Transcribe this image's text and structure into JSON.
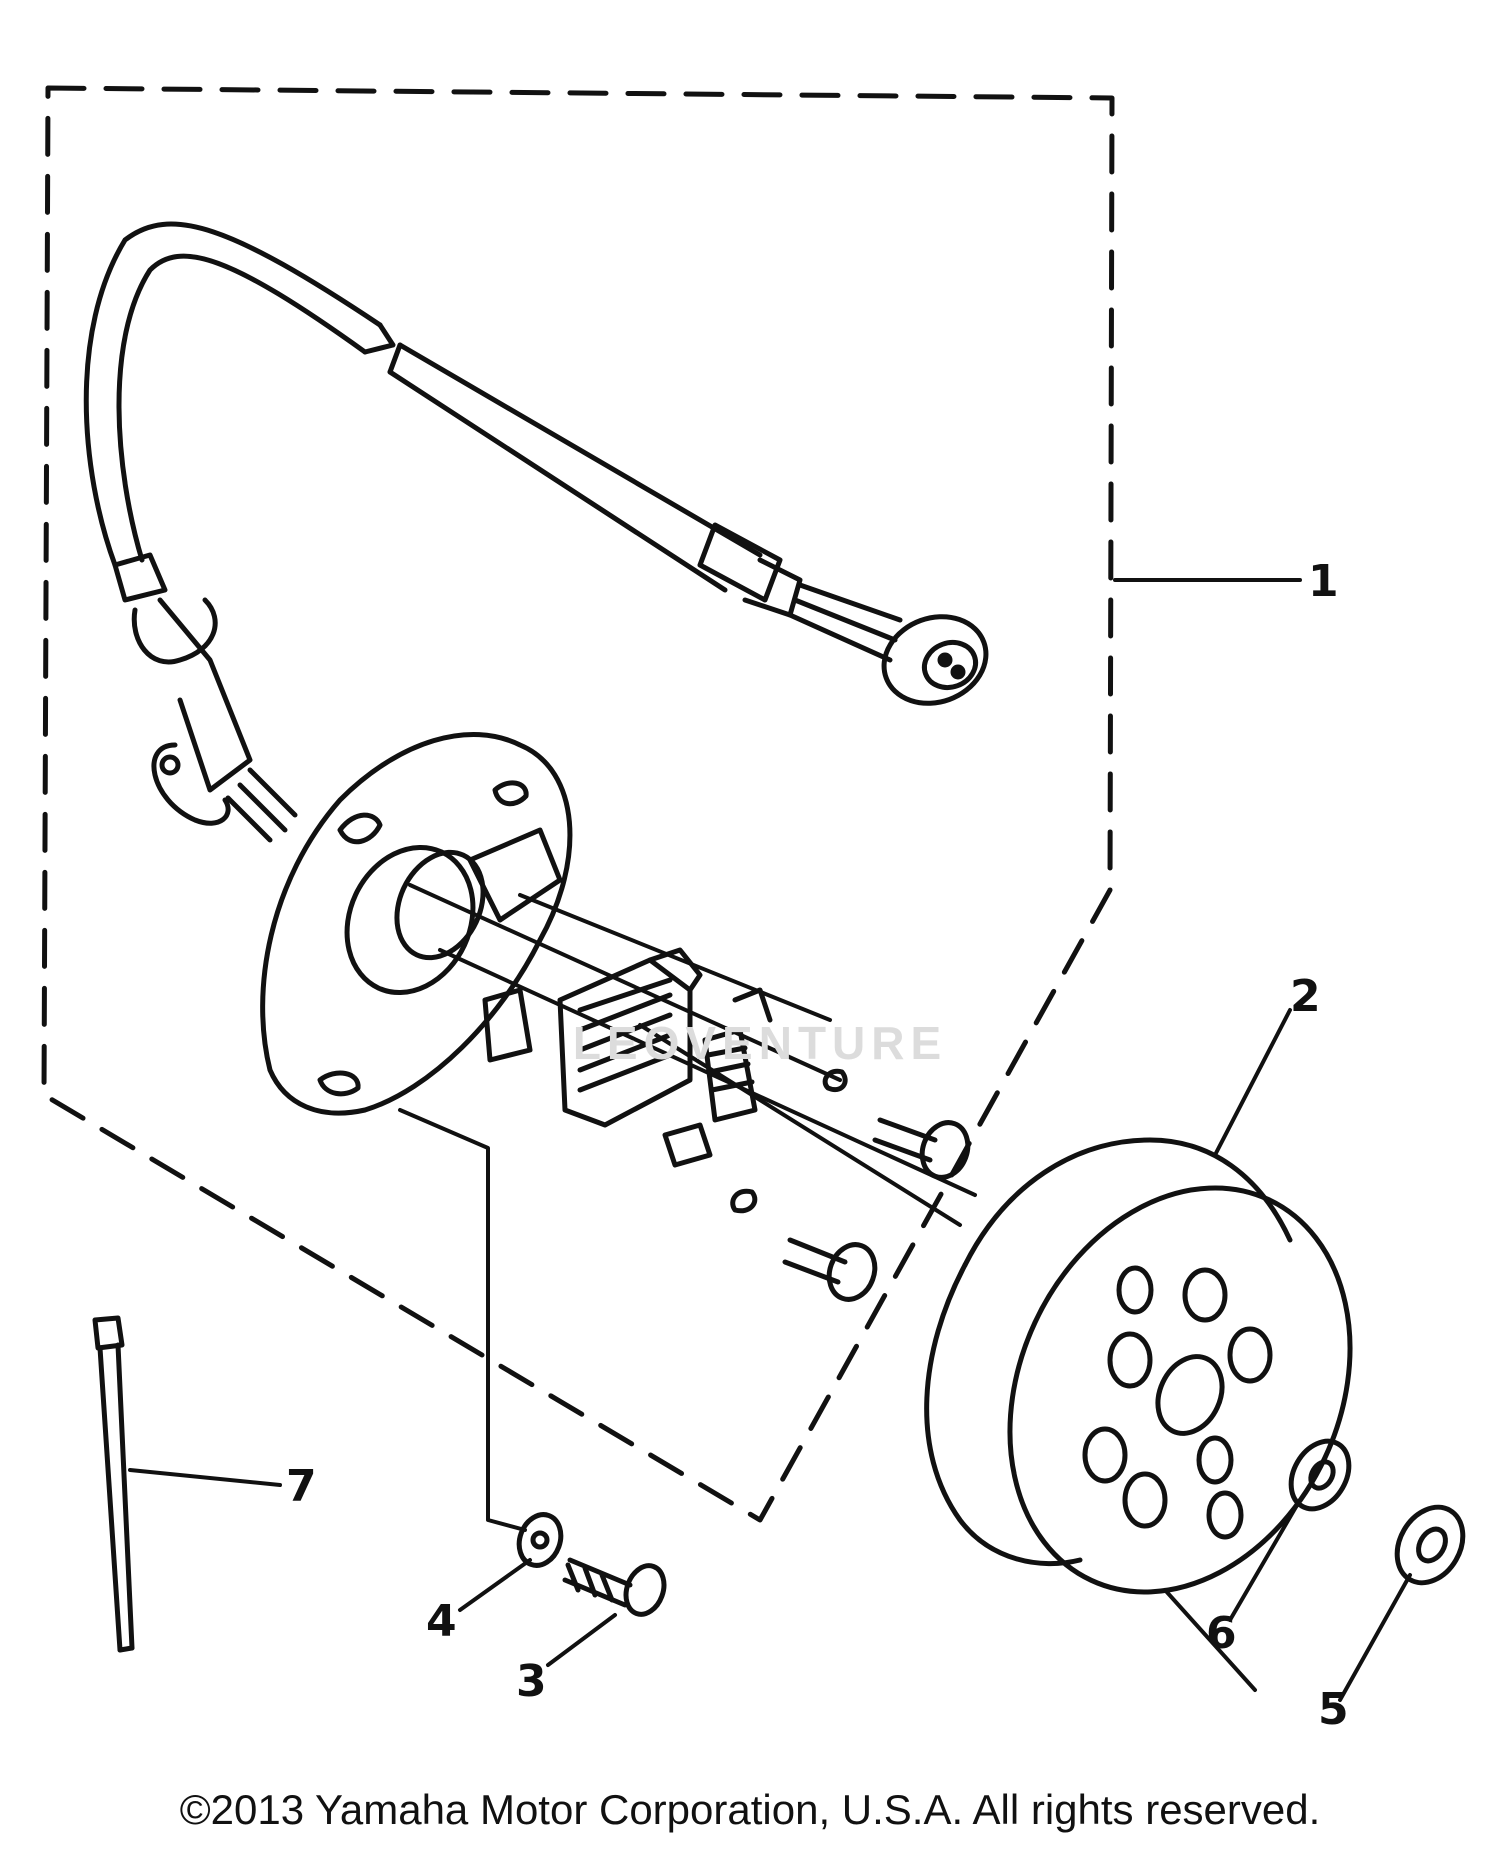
{
  "colors": {
    "ink": "#111111",
    "paper": "#ffffff",
    "watermark": "#dcdcdc"
  },
  "callouts": [
    {
      "id": "1",
      "label": "1"
    },
    {
      "id": "2",
      "label": "2"
    },
    {
      "id": "3",
      "label": "3"
    },
    {
      "id": "4",
      "label": "4"
    },
    {
      "id": "5",
      "label": "5"
    },
    {
      "id": "6",
      "label": "6"
    },
    {
      "id": "7",
      "label": "7"
    }
  ],
  "watermark": {
    "text": "LEOVENTURE"
  },
  "footer": {
    "copyright": "©2013 Yamaha Motor Corporation, U.S.A. All rights reserved."
  }
}
